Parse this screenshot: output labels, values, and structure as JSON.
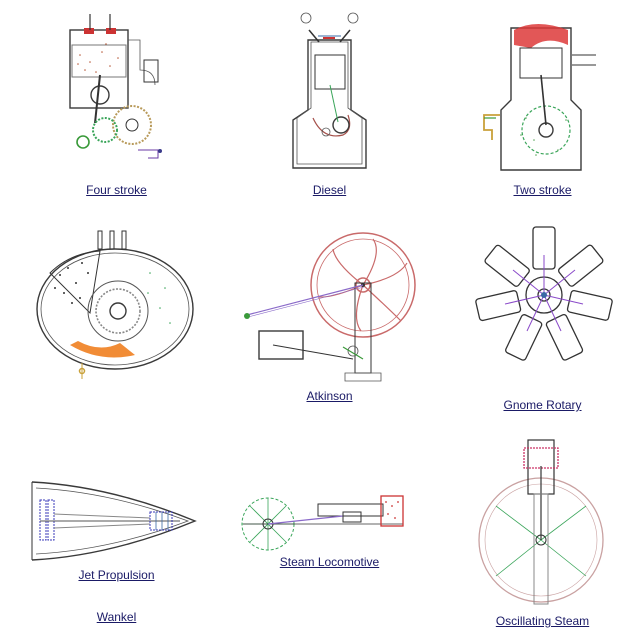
{
  "engines": [
    {
      "id": "four-stroke",
      "label": "Four stroke"
    },
    {
      "id": "diesel",
      "label": "Diesel"
    },
    {
      "id": "two-stroke",
      "label": "Two stroke"
    },
    {
      "id": "wankel",
      "label": "Wankel"
    },
    {
      "id": "atkinson",
      "label": "Atkinson"
    },
    {
      "id": "gnome-rotary",
      "label": "Gnome Rotary"
    },
    {
      "id": "jet-propulsion",
      "label": "Jet Propulsion"
    },
    {
      "id": "steam-locomotive",
      "label": "Steam Locomotive"
    },
    {
      "id": "oscillating-steam",
      "label": "Oscillating Steam"
    }
  ]
}
